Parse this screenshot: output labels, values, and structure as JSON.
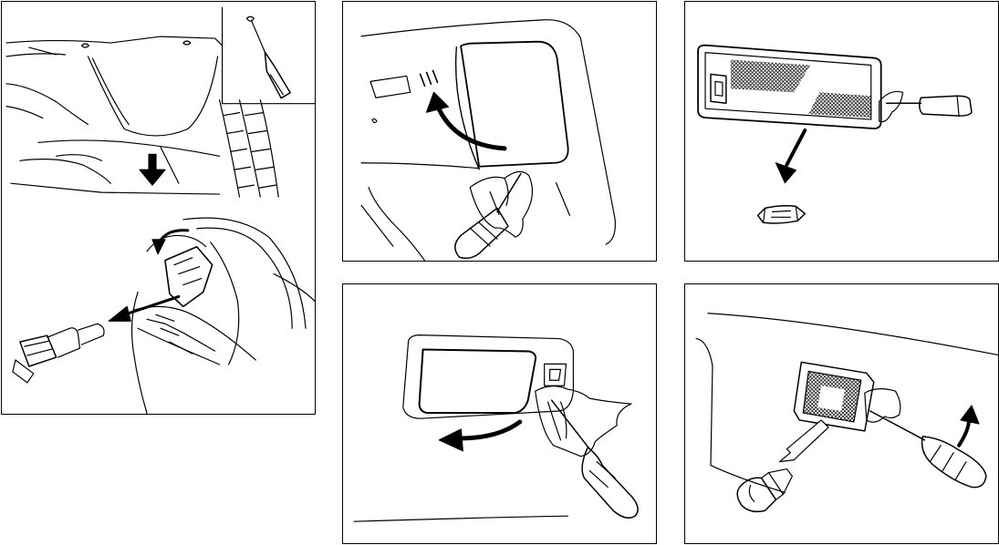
{
  "document": {
    "panels": [
      {
        "id": "headlamp",
        "illustration": "headlamp-bulb-replacement"
      },
      {
        "id": "map-lamp",
        "illustration": "map-lamp-lens-removal"
      },
      {
        "id": "map-bulb",
        "illustration": "map-lamp-bulb-removal"
      },
      {
        "id": "dome-lamp",
        "illustration": "dome-lamp-lens-removal"
      },
      {
        "id": "side-lamp",
        "illustration": "side-lamp-bulb-removal"
      }
    ],
    "icons": [
      "screwdriver-icon",
      "cloth-icon",
      "arrow-icon",
      "bulb-icon"
    ],
    "colors": {
      "line": "#000000",
      "background": "#ffffff"
    }
  }
}
